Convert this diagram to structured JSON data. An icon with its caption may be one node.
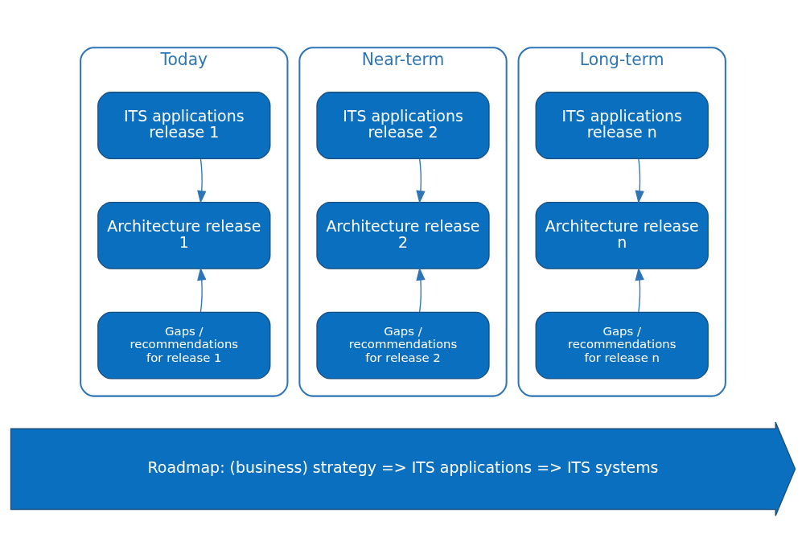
{
  "diagram": {
    "nodes": [
      {
        "text": [
          "Today"
        ]
      },
      {
        "text": [
          "ITS applications release 1"
        ],
        "in": 0
      },
      {
        "text": [
          "Architecture release 1"
        ],
        "in": 0
      },
      {
        "text": [
          "Gaps / recommendations for release 1"
        ],
        "in": 0
      },
      {
        "text": [
          "Near-term"
        ]
      },
      {
        "text": [
          "ITS applications release 2"
        ],
        "in": 4
      },
      {
        "text": [
          "Architecture release 2"
        ],
        "in": 4
      },
      {
        "text": [
          "Gaps / recommendations for release 2"
        ],
        "in": 4
      },
      {
        "text": [
          "Long-term"
        ]
      },
      {
        "text": [
          "ITS applications release n"
        ],
        "in": 8
      },
      {
        "text": [
          "Architecture release n"
        ],
        "in": 8
      },
      {
        "text": [
          "Gaps / recommendations for release n"
        ],
        "in": 8
      },
      {
        "text": [
          "Roadmap: (business) strategy => ITS applications => ITS systems"
        ]
      }
    ],
    "edges": [
      {
        "from": 1,
        "to": 2,
        "arrow": "to"
      },
      {
        "from": 3,
        "to": 2,
        "arrow": "to"
      },
      {
        "from": 5,
        "to": 6,
        "arrow": "to"
      },
      {
        "from": 7,
        "to": 6,
        "arrow": "to"
      },
      {
        "from": 9,
        "to": 10,
        "arrow": "to"
      },
      {
        "from": 11,
        "to": 10,
        "arrow": "to"
      }
    ]
  }
}
